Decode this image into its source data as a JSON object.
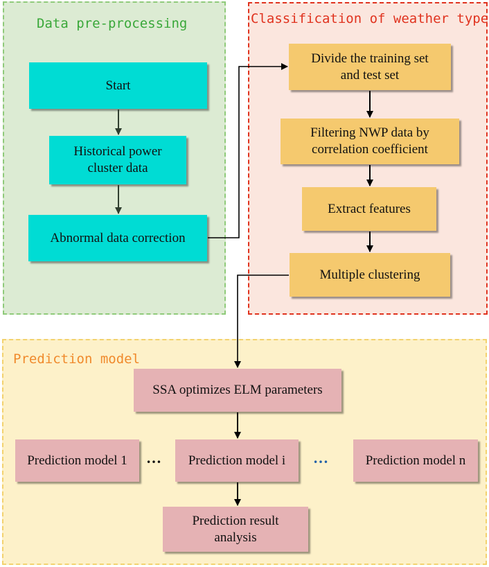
{
  "panels": {
    "preprocessing": {
      "title": "Data pre-processing",
      "color": "#3aa83a"
    },
    "classification": {
      "title": "Classification of weather types",
      "color": "#e0331f"
    },
    "prediction": {
      "title": "Prediction model",
      "color": "#f08a2c"
    }
  },
  "nodes": {
    "start": "Start",
    "historical_l1": "Historical power",
    "historical_l2": "cluster data",
    "abnormal": "Abnormal data correction",
    "divide_l1": "Divide the training set",
    "divide_l2": "and test set",
    "filter_l1": "Filtering NWP data by",
    "filter_l2": "correlation coefficient",
    "extract": "Extract features",
    "clustering": "Multiple clustering",
    "ssa": "SSA optimizes ELM parameters",
    "model_1": "Prediction model 1",
    "model_i": "Prediction model i",
    "model_n": "Prediction model n",
    "result_l1": "Prediction result",
    "result_l2": "analysis"
  },
  "ellipsis": {
    "left": "…",
    "right": "…",
    "right_color": "#1f5fa8"
  }
}
